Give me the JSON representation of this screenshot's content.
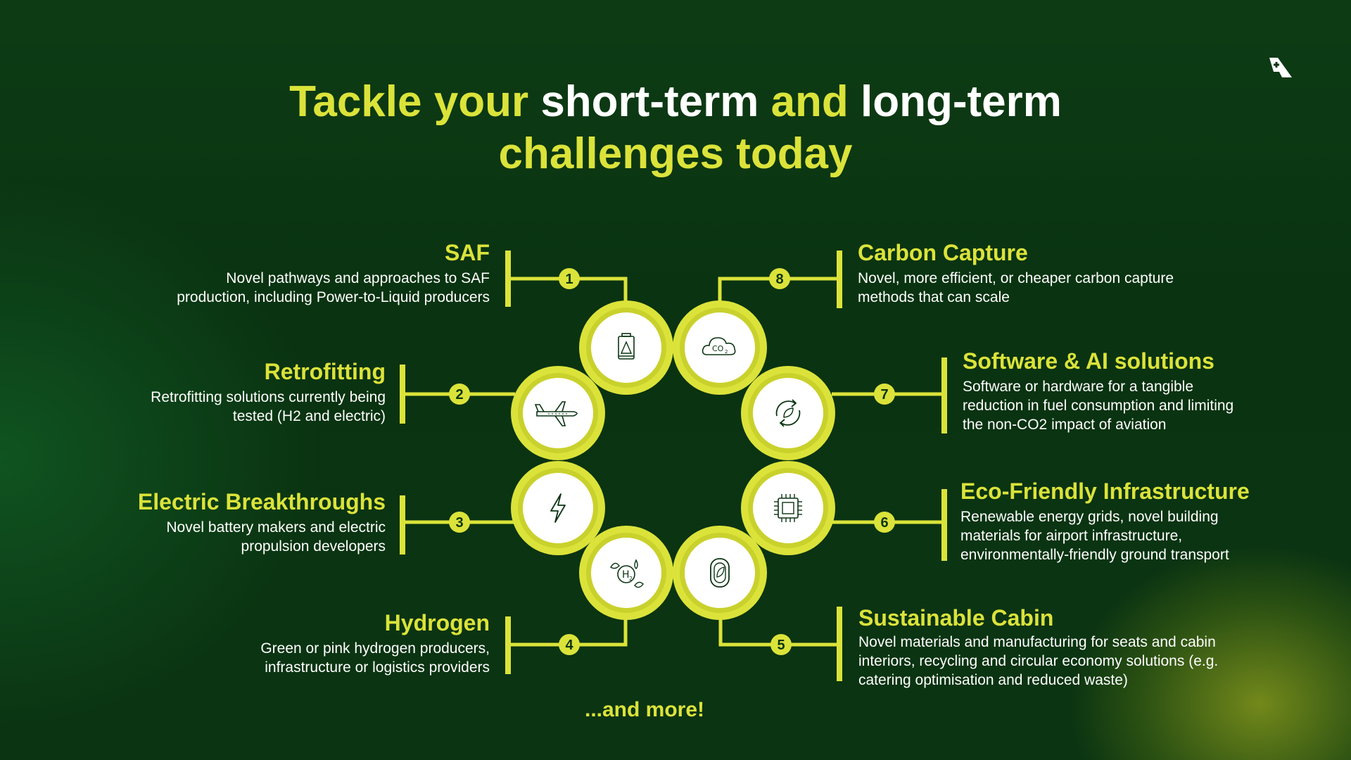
{
  "title": {
    "part1": "Tackle your ",
    "part2": "short-term",
    "part3": " and ",
    "part4": "long-term",
    "part5": "challenges today"
  },
  "colors": {
    "accent": "#dbe33a",
    "background": "#0b3412",
    "text": "#ffffff",
    "node_fill": "#ffffff"
  },
  "nodes": [
    {
      "number": "1",
      "icon": "fuel-can-icon",
      "title": "SAF",
      "desc1": "Novel pathways and approaches to SAF",
      "desc2": "production, including Power-to-Liquid producers"
    },
    {
      "number": "2",
      "icon": "airplane-icon",
      "title": "Retrofitting",
      "desc1": "Retrofitting solutions currently being",
      "desc2": "tested (H2 and electric)"
    },
    {
      "number": "3",
      "icon": "lightning-bolt-icon",
      "title": "Electric Breakthroughs",
      "desc1": "Novel battery makers and electric",
      "desc2": "propulsion developers"
    },
    {
      "number": "4",
      "icon": "hydrogen-h2-icon",
      "title": "Hydrogen",
      "desc1": "Green or pink hydrogen producers,",
      "desc2": "infrastructure or logistics providers"
    },
    {
      "number": "5",
      "icon": "airplane-window-leaf-icon",
      "title": "Sustainable Cabin",
      "desc1": "Novel materials and manufacturing for seats and cabin",
      "desc2": "interiors, recycling and circular economy solutions (e.g.",
      "desc3": "catering optimisation and reduced waste)"
    },
    {
      "number": "6",
      "icon": "chip-icon",
      "title": "Eco-Friendly Infrastructure",
      "desc1": "Renewable energy grids, novel building",
      "desc2": "materials for airport infrastructure,",
      "desc3": "environmentally-friendly ground transport"
    },
    {
      "number": "7",
      "icon": "recycle-leaf-icon",
      "title": "Software & AI solutions",
      "desc1": "Software or hardware for a tangible",
      "desc2": "reduction in fuel consumption and limiting",
      "desc3": "the non-CO2 impact of aviation"
    },
    {
      "number": "8",
      "icon": "co2-cloud-icon",
      "title": "Carbon Capture",
      "desc1": "Novel, more efficient, or cheaper carbon capture",
      "desc2": "methods that can scale"
    }
  ],
  "footer": "...and more!"
}
